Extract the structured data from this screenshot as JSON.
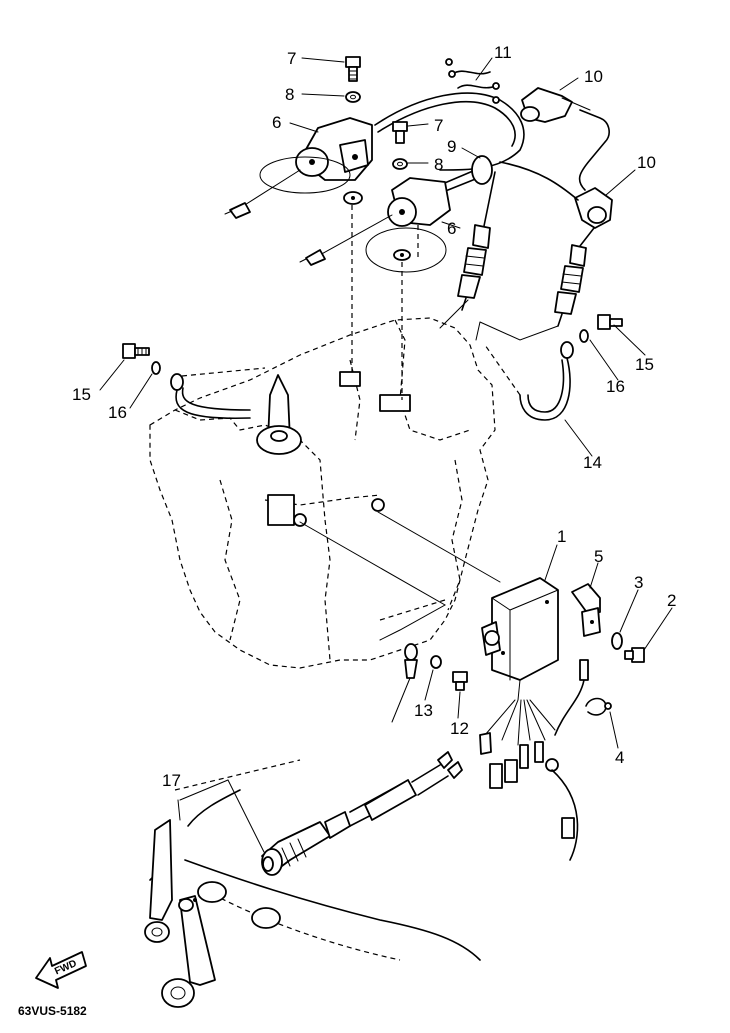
{
  "diagram": {
    "code": "63VUS-5182",
    "fwd_label": "FWD",
    "callouts": [
      {
        "id": "c7a",
        "text": "7"
      },
      {
        "id": "c8a",
        "text": "8"
      },
      {
        "id": "c6a",
        "text": "6"
      },
      {
        "id": "c7b",
        "text": "7"
      },
      {
        "id": "c8b",
        "text": "8"
      },
      {
        "id": "c9",
        "text": "9"
      },
      {
        "id": "c6b",
        "text": "6"
      },
      {
        "id": "c11",
        "text": "11"
      },
      {
        "id": "c10a",
        "text": "10"
      },
      {
        "id": "c10b",
        "text": "10"
      },
      {
        "id": "c15a",
        "text": "15"
      },
      {
        "id": "c16a",
        "text": "16"
      },
      {
        "id": "c15b",
        "text": "15"
      },
      {
        "id": "c16b",
        "text": "16"
      },
      {
        "id": "c14",
        "text": "14"
      },
      {
        "id": "c1",
        "text": "1"
      },
      {
        "id": "c5",
        "text": "5"
      },
      {
        "id": "c3",
        "text": "3"
      },
      {
        "id": "c2",
        "text": "2"
      },
      {
        "id": "c4",
        "text": "4"
      },
      {
        "id": "c13",
        "text": "13"
      },
      {
        "id": "c12",
        "text": "12"
      },
      {
        "id": "c17",
        "text": "17"
      }
    ]
  }
}
